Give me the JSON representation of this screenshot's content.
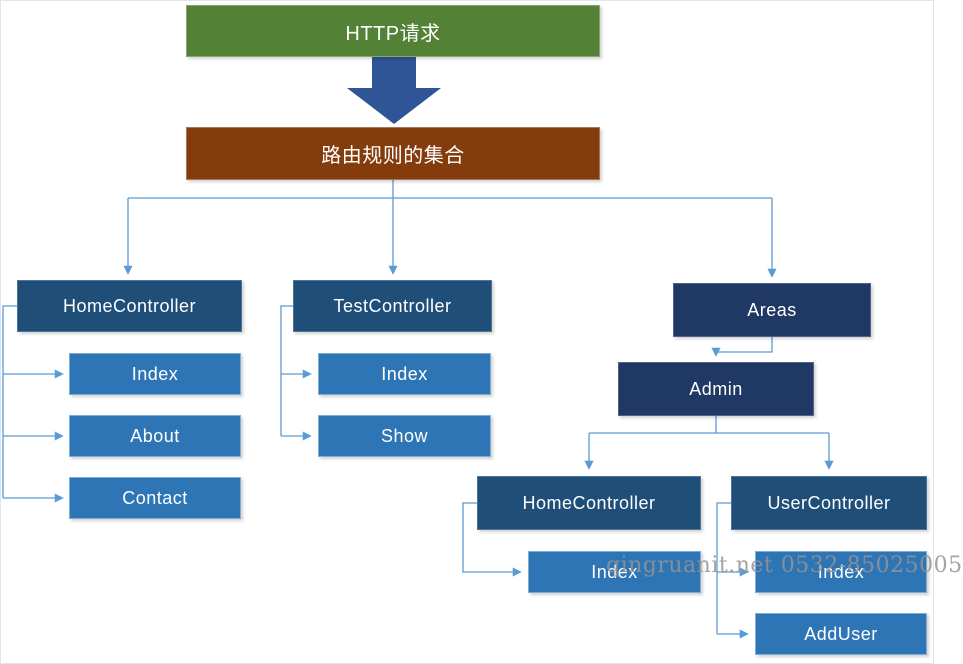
{
  "diagram": {
    "http_request": {
      "label": "HTTP请求"
    },
    "route_rules": {
      "label": "路由规则的集合"
    },
    "nodes": {
      "home_controller": "HomeController",
      "home_index": "Index",
      "home_about": "About",
      "home_contact": "Contact",
      "test_controller": "TestController",
      "test_index": "Index",
      "test_show": "Show",
      "areas": "Areas",
      "admin": "Admin",
      "admin_home_controller": "HomeController",
      "admin_home_index": "Index",
      "user_controller": "UserController",
      "user_index": "Index",
      "user_add_user": "AddUser"
    },
    "watermark": "qingruanit.net 0532-85025005",
    "colors": {
      "http_request_box": "#538135",
      "route_rules_box": "#843C0C",
      "controller_box": "#1F4E79",
      "area_box": "#203864",
      "action_box": "#2E75B6",
      "big_arrow": "#2F5597",
      "connector_line": "#5B9BD5",
      "text": "#FFFFFF",
      "watermark_text": "#949494"
    }
  }
}
